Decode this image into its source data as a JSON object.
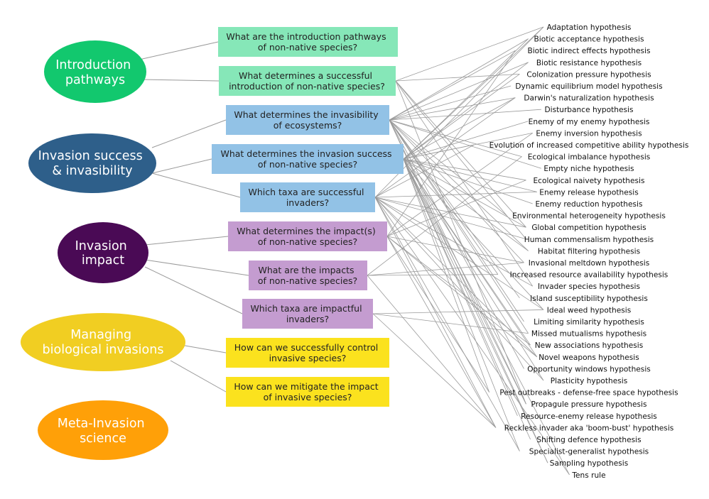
{
  "topics": [
    {
      "id": "intro",
      "label_lines": [
        "Introduction",
        "pathways"
      ],
      "color": "#12C86E",
      "text_color": "#ffffff"
    },
    {
      "id": "success",
      "label_lines": [
        "Invasion success",
        "& invasibility"
      ],
      "color": "#2E5F8A",
      "text_color": "#ffffff"
    },
    {
      "id": "impact",
      "label_lines": [
        "Invasion",
        "impact"
      ],
      "color": "#4A0A55",
      "text_color": "#ffffff"
    },
    {
      "id": "manage",
      "label_lines": [
        "Managing",
        "biological invasions"
      ],
      "color": "#F1CE22",
      "text_color": "#ffffff"
    },
    {
      "id": "meta",
      "label_lines": [
        "Meta-Invasion",
        "science"
      ],
      "color": "#FFA008",
      "text_color": "#ffffff"
    }
  ],
  "questions": [
    {
      "id": "q1",
      "topic": "intro",
      "lines": [
        "What are the introduction pathways",
        "of non-native species?"
      ],
      "color": "#86E7B8"
    },
    {
      "id": "q2",
      "topic": "intro",
      "lines": [
        "What determines a successful",
        "introduction of non-native species?"
      ],
      "color": "#86E7B8"
    },
    {
      "id": "q3",
      "topic": "success",
      "lines": [
        "What determines the invasibility",
        "of ecosystems?"
      ],
      "color": "#92C2E6"
    },
    {
      "id": "q4",
      "topic": "success",
      "lines": [
        "What determines the invasion success",
        "of non-native species?"
      ],
      "color": "#92C2E6"
    },
    {
      "id": "q5",
      "topic": "success",
      "lines": [
        "Which taxa are successful",
        "invaders?"
      ],
      "color": "#92C2E6"
    },
    {
      "id": "q6",
      "topic": "impact",
      "lines": [
        "What determines the impact(s)",
        "of non-native species?"
      ],
      "color": "#C49CD0"
    },
    {
      "id": "q7",
      "topic": "impact",
      "lines": [
        "What are the impacts",
        "of non-native species?"
      ],
      "color": "#C49CD0"
    },
    {
      "id": "q8",
      "topic": "impact",
      "lines": [
        "Which taxa are impactful",
        "invaders?"
      ],
      "color": "#C49CD0"
    },
    {
      "id": "q9",
      "topic": "manage",
      "lines": [
        "How can we successfully control",
        "invasive species?"
      ],
      "color": "#FBE21E"
    },
    {
      "id": "q10",
      "topic": "manage",
      "lines": [
        "How can we mitigate the impact",
        "of invasive species?"
      ],
      "color": "#FBE21E"
    }
  ],
  "hypotheses": [
    "Adaptation hypothesis",
    "Biotic acceptance hypothesis",
    "Biotic indirect effects hypothesis",
    "Biotic resistance hypothesis",
    "Colonization pressure hypothesis",
    "Dynamic equilibrium model hypothesis",
    "Darwin's naturalization hypothesis",
    "Disturbance hypothesis",
    "Enemy of my enemy hypothesis",
    "Enemy inversion hypothesis",
    "Evolution of increased competitive ability hypothesis",
    "Ecological imbalance hypothesis",
    "Empty niche hypothesis",
    "Ecological naivety hypothesis",
    "Enemy release hypothesis",
    "Enemy reduction hypothesis",
    "Environmental heterogeneity hypothesis",
    "Global competition hypothesis",
    "Human commensalism hypothesis",
    "Habitat filtering hypothesis",
    "Invasional meltdown hypothesis",
    "Increased resource availability hypothesis",
    "Invader species hypothesis",
    "Island susceptibility hypothesis",
    "Ideal weed hypothesis",
    "Limiting similarity hypothesis",
    "Missed mutualisms hypothesis",
    "New associations hypothesis",
    "Novel weapons hypothesis",
    "Opportunity windows hypothesis",
    "Plasticity hypothesis",
    "Pest outbreaks - defense-free space hypothesis",
    "Propagule pressure hypothesis",
    "Resource-enemy release hypothesis",
    "Reckless invader aka 'boom-bust' hypothesis",
    "Shifting defence hypothesis",
    "Specialist-generalist hypothesis",
    "Sampling hypothesis",
    "Tens rule"
  ],
  "links": [
    [
      "q2",
      0
    ],
    [
      "q2",
      4
    ],
    [
      "q2",
      17
    ],
    [
      "q2",
      18
    ],
    [
      "q2",
      22
    ],
    [
      "q2",
      32
    ],
    [
      "q3",
      1
    ],
    [
      "q3",
      2
    ],
    [
      "q3",
      3
    ],
    [
      "q3",
      5
    ],
    [
      "q3",
      6
    ],
    [
      "q3",
      7
    ],
    [
      "q3",
      11
    ],
    [
      "q3",
      12
    ],
    [
      "q3",
      16
    ],
    [
      "q3",
      19
    ],
    [
      "q3",
      20
    ],
    [
      "q3",
      21
    ],
    [
      "q3",
      23
    ],
    [
      "q3",
      25
    ],
    [
      "q3",
      26
    ],
    [
      "q3",
      29
    ],
    [
      "q3",
      32
    ],
    [
      "q3",
      37
    ],
    [
      "q4",
      0
    ],
    [
      "q4",
      1
    ],
    [
      "q4",
      3
    ],
    [
      "q4",
      4
    ],
    [
      "q4",
      6
    ],
    [
      "q4",
      8
    ],
    [
      "q4",
      9
    ],
    [
      "q4",
      10
    ],
    [
      "q4",
      13
    ],
    [
      "q4",
      14
    ],
    [
      "q4",
      15
    ],
    [
      "q4",
      17
    ],
    [
      "q4",
      19
    ],
    [
      "q4",
      24
    ],
    [
      "q4",
      27
    ],
    [
      "q4",
      28
    ],
    [
      "q4",
      30
    ],
    [
      "q4",
      31
    ],
    [
      "q4",
      32
    ],
    [
      "q4",
      33
    ],
    [
      "q4",
      35
    ],
    [
      "q4",
      36
    ],
    [
      "q4",
      37
    ],
    [
      "q4",
      38
    ],
    [
      "q5",
      0
    ],
    [
      "q5",
      6
    ],
    [
      "q5",
      10
    ],
    [
      "q5",
      14
    ],
    [
      "q5",
      17
    ],
    [
      "q5",
      18
    ],
    [
      "q5",
      22
    ],
    [
      "q5",
      24
    ],
    [
      "q5",
      28
    ],
    [
      "q5",
      30
    ],
    [
      "q5",
      34
    ],
    [
      "q5",
      36
    ],
    [
      "q5",
      38
    ],
    [
      "q6",
      2
    ],
    [
      "q6",
      9
    ],
    [
      "q6",
      13
    ],
    [
      "q6",
      20
    ],
    [
      "q6",
      27
    ],
    [
      "q6",
      28
    ],
    [
      "q6",
      31
    ],
    [
      "q6",
      34
    ],
    [
      "q7",
      11
    ],
    [
      "q7",
      20
    ],
    [
      "q7",
      34
    ],
    [
      "q7",
      21
    ],
    [
      "q8",
      24
    ],
    [
      "q8",
      26
    ],
    [
      "q8",
      34
    ]
  ]
}
